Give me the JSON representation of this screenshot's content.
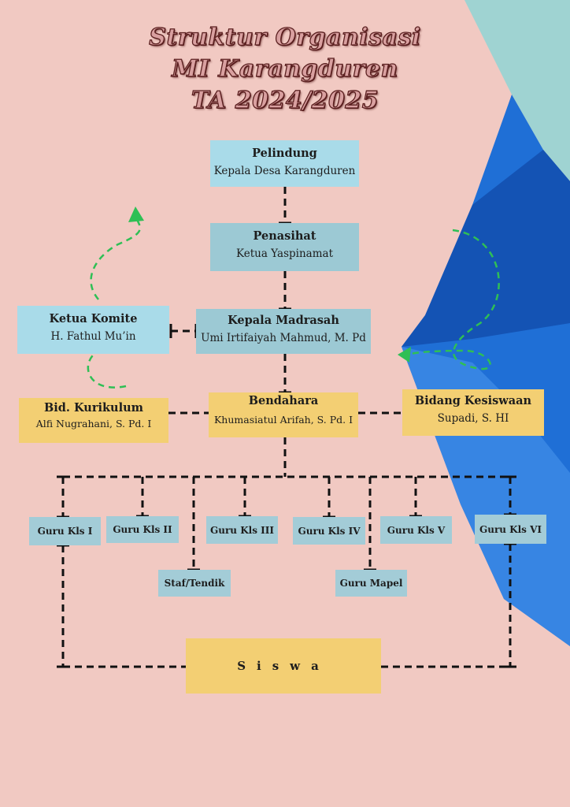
{
  "title": {
    "line1": "Struktur Organisasi",
    "line2": "MI Karangduren",
    "line3": "TA  2024/2025"
  },
  "nodes": {
    "pelindung": {
      "role": "Pelindung",
      "person": "Kepala Desa Karangduren"
    },
    "penasihat": {
      "role": "Penasihat",
      "person": "Ketua Yaspinamat"
    },
    "kepala": {
      "role": "Kepala Madrasah",
      "person": "Umi Irtifaiyah Mahmud, M. Pd"
    },
    "komite": {
      "role": "Ketua Komite",
      "person": "H. Fathul Mu’in"
    },
    "bendahara": {
      "role": "Bendahara",
      "person": "Khumasiatul Arifah, S. Pd. I"
    },
    "kurikulum": {
      "role": "Bid. Kurikulum",
      "person": "Alfi Nugrahani, S. Pd. I"
    },
    "kesiswaan": {
      "role": "Bidang Kesiswaan",
      "person": "Supadi, S. HI"
    }
  },
  "staff": {
    "guru1": "Guru Kls I",
    "guru2": "Guru Kls II",
    "guru3": "Guru Kls III",
    "guru4": "Guru Kls IV",
    "guru5": "Guru Kls V",
    "guru6": "Guru Kls VI",
    "tendik": "Staf/Tendik",
    "mapel": "Guru Mapel"
  },
  "siswa": "Siswa",
  "colors": {
    "background": "#f1c9c2",
    "light_blue": "#a9dbe9",
    "teal_blue": "#9cc9d4",
    "yellow": "#f3cf73",
    "arrow_green": "#2fbf55",
    "line": "#111111"
  }
}
